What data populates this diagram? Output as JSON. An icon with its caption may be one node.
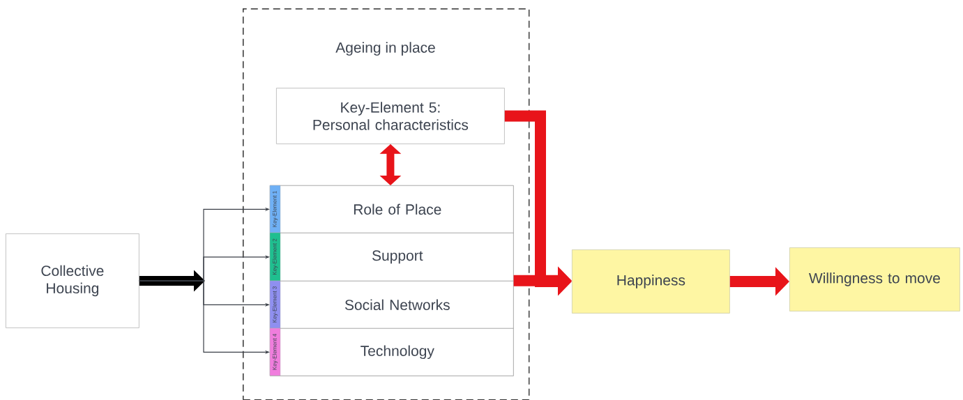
{
  "diagram": {
    "nodes": [
      {
        "text": [
          "Collective Housing"
        ]
      },
      {
        "text": [
          "Ageing in place"
        ]
      },
      {
        "text": [
          "Key-Element 5: Personal characteristics"
        ],
        "in": 1
      },
      {
        "text": [],
        "shape": "box",
        "in": 1
      },
      {
        "text": [
          "Key-Element 1",
          "Role of Place"
        ],
        "in": 3
      },
      {
        "text": [
          "Key-Element 2",
          "Support"
        ],
        "in": 3
      },
      {
        "text": [
          "Key-Element 3",
          "Social Networks"
        ],
        "in": 3
      },
      {
        "text": [
          "Key-Element 4",
          "Technology"
        ],
        "in": 3
      },
      {
        "text": [
          "Happiness"
        ]
      },
      {
        "text": [
          "Willingness to move"
        ]
      }
    ],
    "edges": [
      {
        "from": 0,
        "to": 4,
        "arrow": "to",
        "color": "#3a3f47"
      },
      {
        "from": 0,
        "to": 5,
        "arrow": "to",
        "color": "#3a3f47"
      },
      {
        "from": 0,
        "to": 6,
        "arrow": "to",
        "color": "#3a3f47"
      },
      {
        "from": 0,
        "to": 7,
        "arrow": "to",
        "color": "#3a3f47"
      },
      {
        "from": 2,
        "to": 4,
        "arrow": "both",
        "style": "thick",
        "color": "#e8141a"
      },
      {
        "from": 2,
        "to": 8,
        "arrow": "to",
        "style": "thick",
        "color": "#e8141a"
      },
      {
        "from": 3,
        "to": 8,
        "arrow": "to",
        "style": "thick",
        "color": "#e8141a"
      },
      {
        "from": 8,
        "to": 9,
        "arrow": "to",
        "style": "thick",
        "color": "#e8141a"
      }
    ]
  }
}
